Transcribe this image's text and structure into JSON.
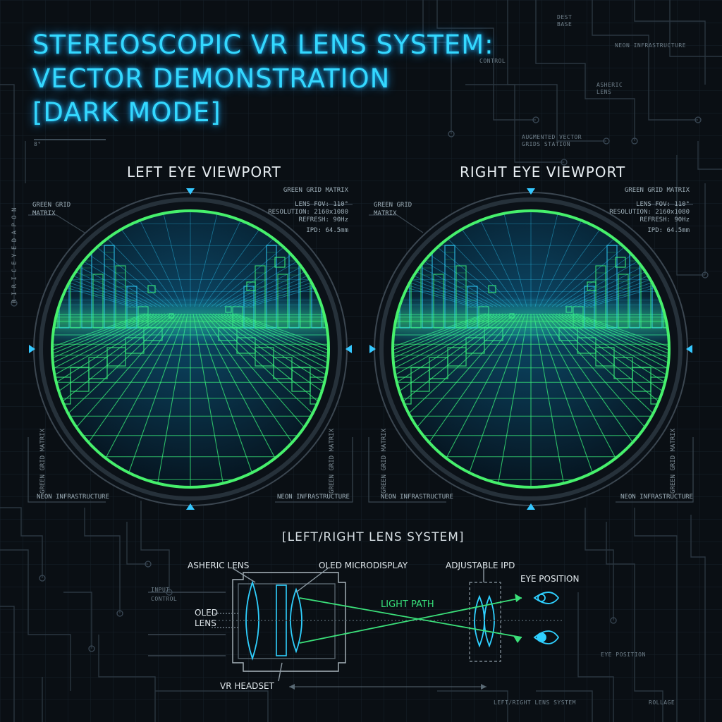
{
  "header": {
    "title_lines": [
      "STEREOSCOPIC VR LENS SYSTEM:",
      "VECTOR DEMONSTRATION",
      "[DARK MODE]"
    ]
  },
  "deco": {
    "vertical_side": "R I R I C   E Y E   D A P O N",
    "top_right_1": "DEST",
    "top_right_2": "BASE",
    "control": "CONTROL",
    "neon_infra_top": "NEON INFRASTRUCTURE",
    "asheric_top_1": "ASHERIC",
    "asheric_top_2": "LENS",
    "aug_1": "AUGMENTED VECTOR",
    "aug_2": "GRIDS STATION",
    "small_corner": "8°",
    "eye_position_small": "EYE POSITION",
    "bottom_center": "LEFT/RIGHT LENS SYSTEM",
    "bottom_right": "ROLLAGE"
  },
  "left_viewport": {
    "title": "LEFT EYE VIEWPORT",
    "grid_label_1": "GREEN GRID",
    "grid_label_2": "MATRIX",
    "spec_title": "GREEN GRID MATRIX",
    "spec_fov": "LENS FOV: 110°",
    "spec_res": "RESOLUTION: 2160x1080",
    "spec_refresh": "REFRESH: 90Hz",
    "spec_ipd": "IPD: 64.5mm",
    "side_label_left": "GREEN GRID MATRIX",
    "side_label_right": "GREEN GRID MATRIX",
    "bottom_left": "NEON INFRASTRUCTURE",
    "bottom_right": "NEON INFRASTRUCTURE"
  },
  "right_viewport": {
    "title": "RIGHT EYE VIEWPORT",
    "grid_label_1": "GREEN GRID",
    "grid_label_2": "MATRIX",
    "spec_title": "GREEN GRID MATRIX",
    "spec_fov": "LENS FOV: 110°",
    "spec_res": "RESOLUTION: 2160x1080",
    "spec_refresh": "REFRESH: 90Hz",
    "spec_ipd": "IPD: 64.5mm",
    "side_label_left": "GREEN GRID MATRIX",
    "side_label_right": "GREEN GRID MATRIX",
    "bottom_left": "NEON INFRASTRUCTURE",
    "bottom_right": "NEON INFRASTRUCTURE"
  },
  "lens_system": {
    "label": "[LEFT/RIGHT LENS SYSTEM]",
    "asheric": "ASHERIC LENS",
    "oled_micro": "OLED MICRODISPLAY",
    "adjustable_ipd": "ADJUSTABLE IPD",
    "eye_position": "EYE POSITION",
    "light_path": "LIGHT PATH",
    "oled_lens_1": "OLED",
    "oled_lens_2": "LENS",
    "vr_headset": "VR HEADSET",
    "input_1": "INPUT",
    "input_2": "CONTROL"
  },
  "colors": {
    "grid_green": "#39f07a",
    "grid_cyan": "#2fd0ff",
    "title_blue": "#34d8ff",
    "ring_green": "#46f06c"
  }
}
